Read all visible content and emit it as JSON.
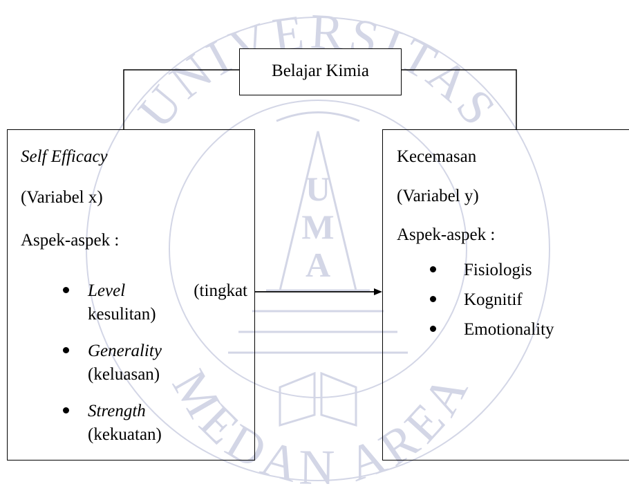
{
  "diagram": {
    "top_box": {
      "label": "Belajar Kimia"
    },
    "left_box": {
      "title": "Self Efficacy",
      "variable": "(Variabel x)",
      "aspects_heading": "Aspek-aspek :",
      "items": [
        {
          "term": "Level",
          "gloss_start": "(tingkat",
          "gloss_end": "kesulitan)"
        },
        {
          "term": "Generality",
          "gloss": "(keluasan)"
        },
        {
          "term": "Strength",
          "gloss": "(kekuatan)"
        }
      ]
    },
    "right_box": {
      "title": "Kecemasan",
      "variable": "(Variabel y)",
      "aspects_heading": "Aspek-aspek :",
      "items": [
        "Fisiologis",
        "Kognitif",
        "Emotionality"
      ]
    },
    "watermark": {
      "top_text": "UNIVERSITAS",
      "bottom_text": "MEDAN AREA",
      "emblem_letters": [
        "U",
        "M",
        "A"
      ],
      "color": "#d3d6e6"
    }
  }
}
